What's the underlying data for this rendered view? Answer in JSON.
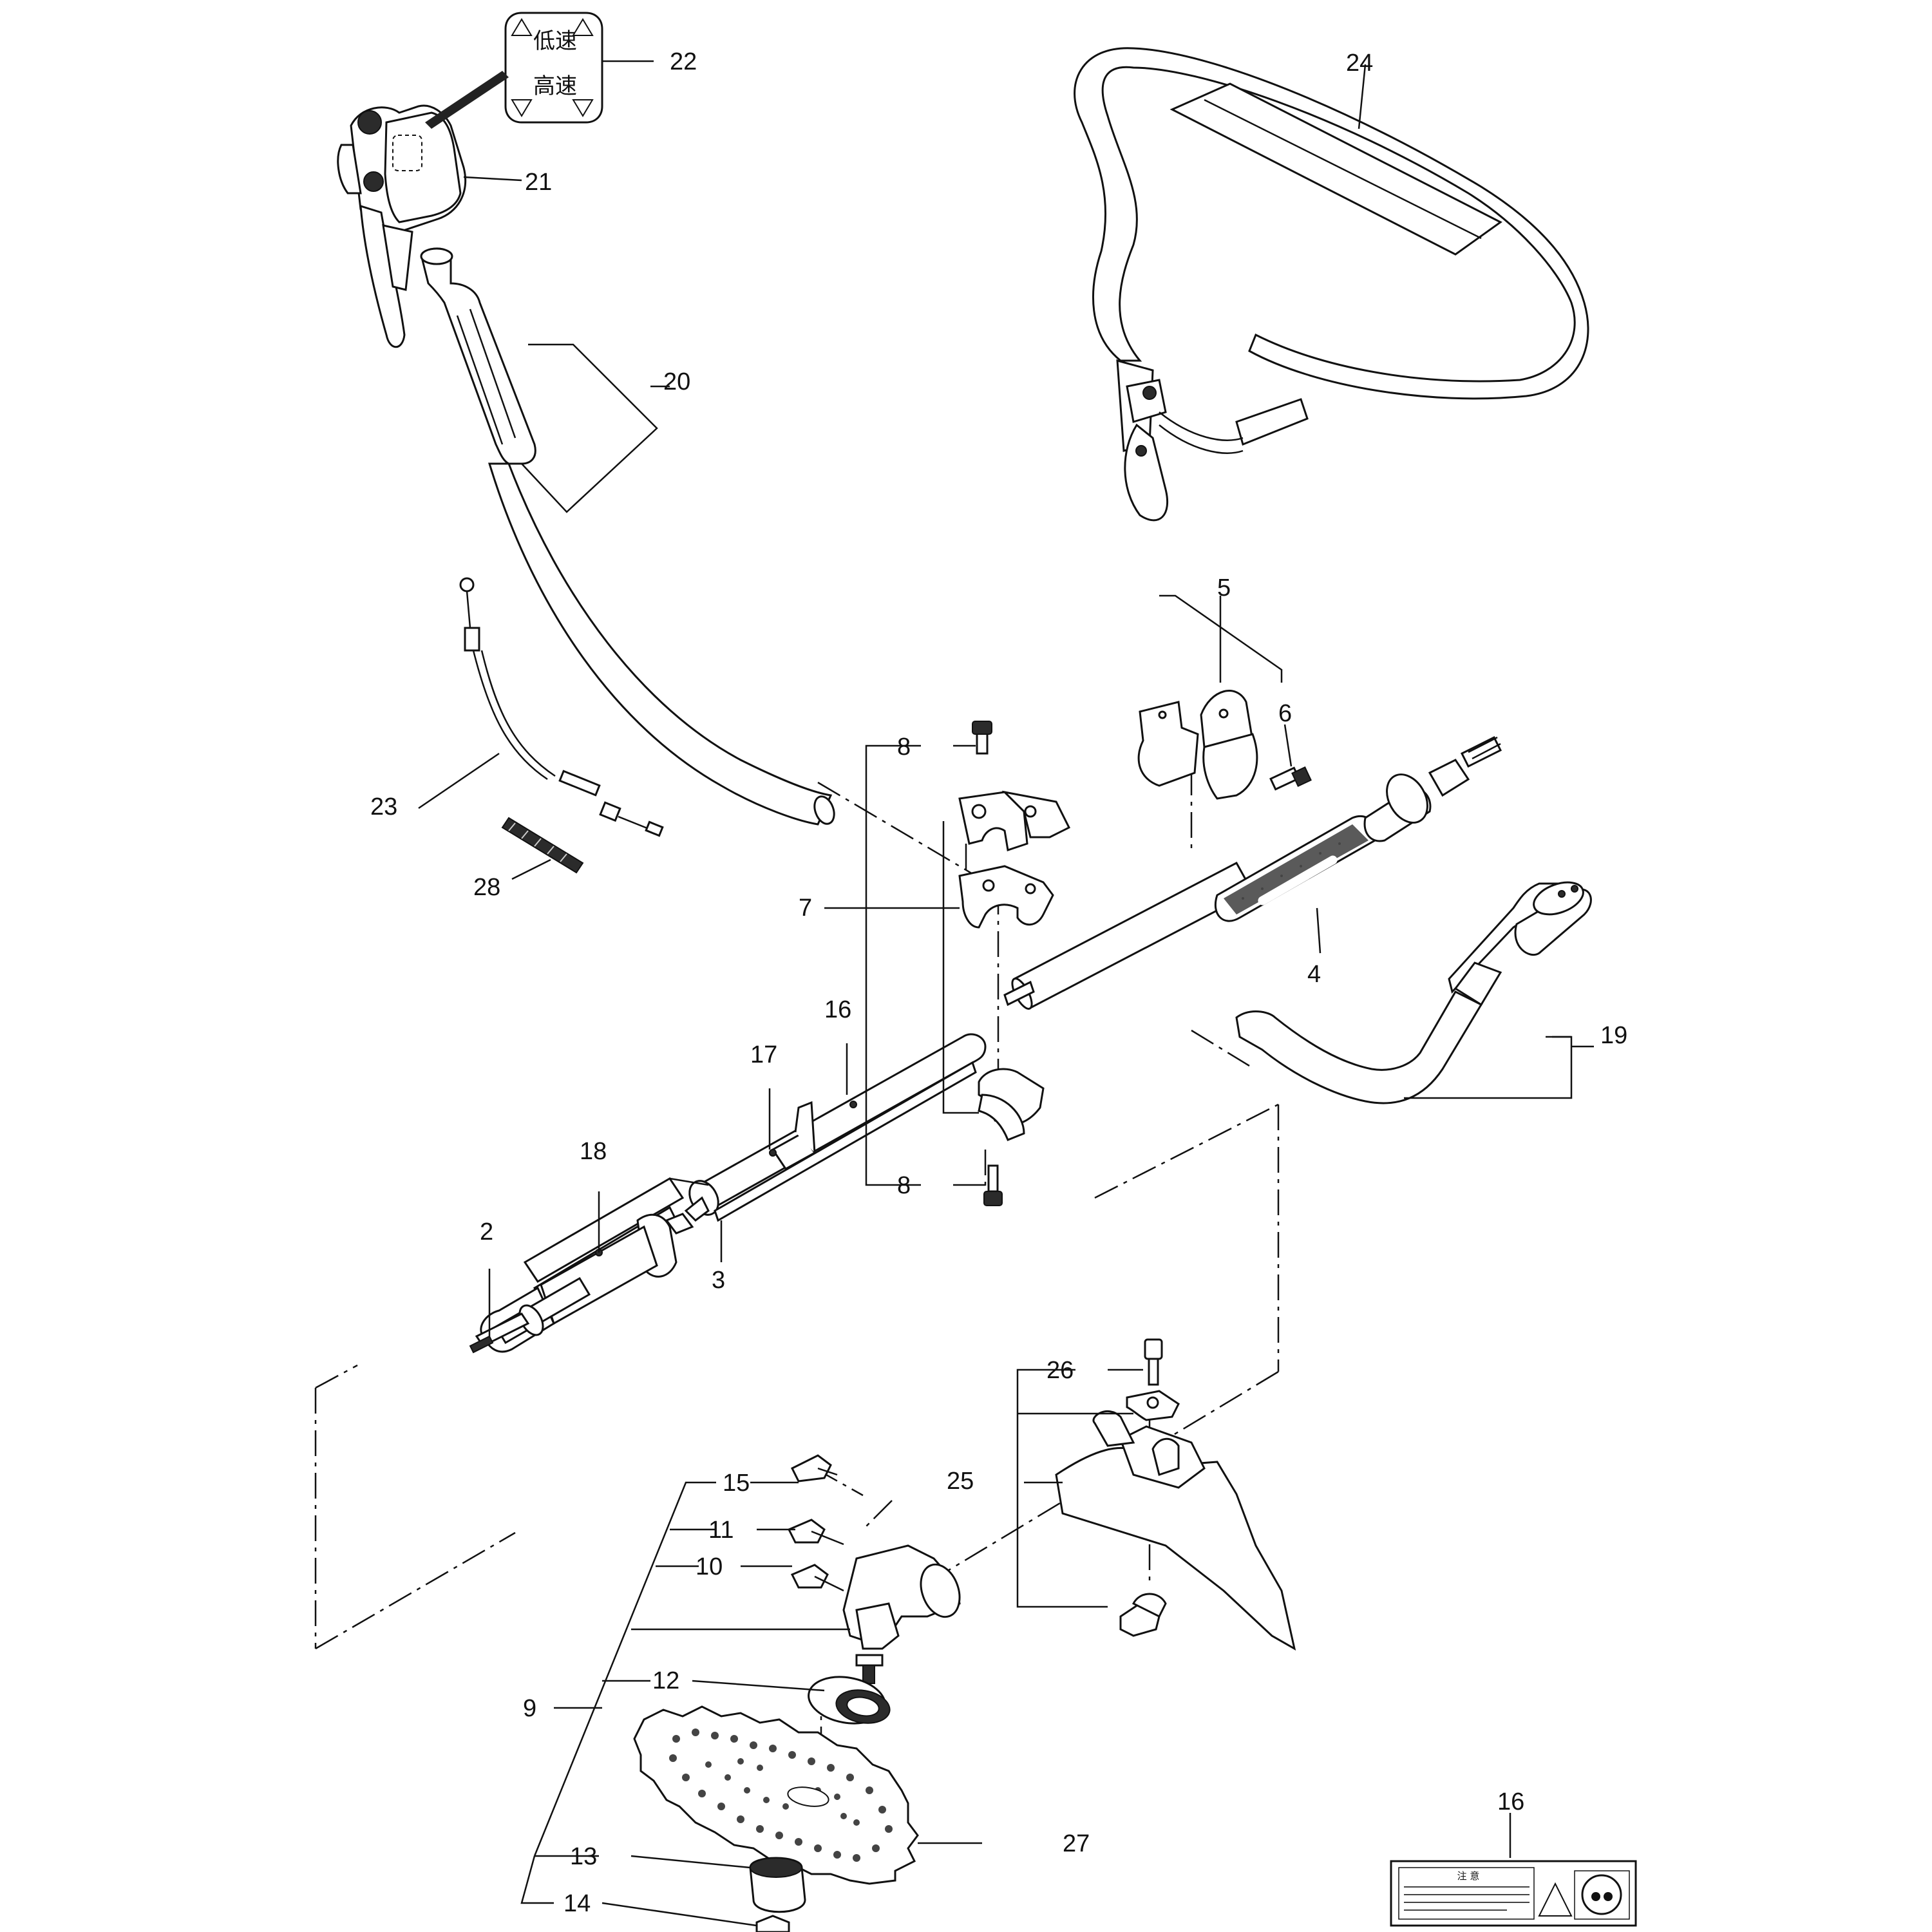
{
  "callouts": {
    "c2": "2",
    "c3": "3",
    "c4": "4",
    "c5": "5",
    "c6": "6",
    "c7": "7",
    "c8a": "8",
    "c8b": "8",
    "c9": "9",
    "c10": "10",
    "c11": "11",
    "c12": "12",
    "c13": "13",
    "c14": "14",
    "c15": "15",
    "c16a": "16",
    "c16b": "16",
    "c17": "17",
    "c18": "18",
    "c19": "19",
    "c20": "20",
    "c21": "21",
    "c22": "22",
    "c23": "23",
    "c24": "24",
    "c25": "25",
    "c26": "26",
    "c27": "27",
    "c28": "28"
  },
  "speed_label": {
    "low": "低速",
    "high": "高速"
  },
  "warning_decal": {
    "title": "注 意"
  }
}
